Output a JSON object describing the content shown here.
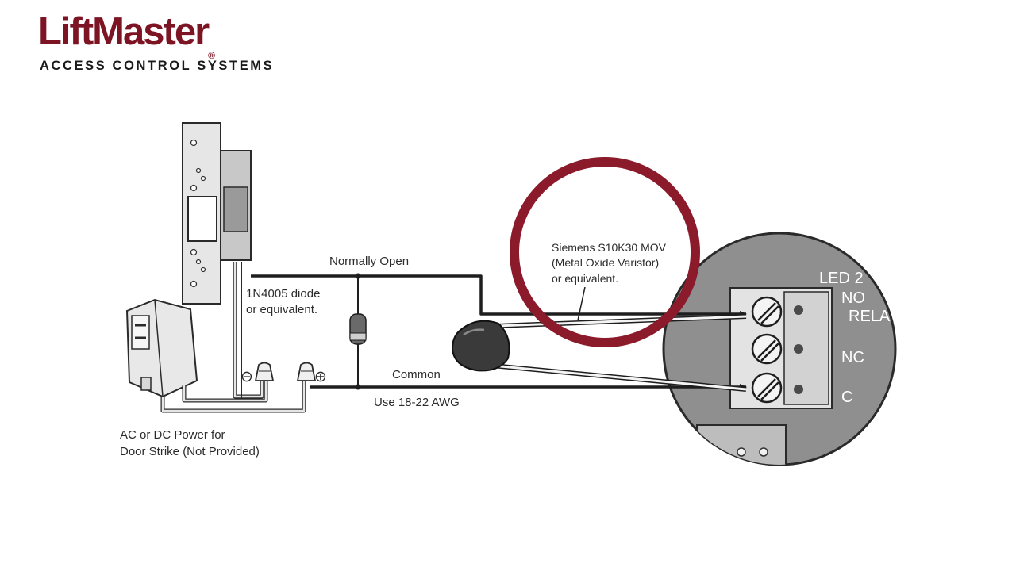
{
  "brand": {
    "logo_text": "LiftMaster",
    "registered_mark": "®",
    "tagline": "ACCESS CONTROL SYSTEMS"
  },
  "colors": {
    "brand_red": "#7d1424",
    "callout_ring": "#8b1a2b",
    "board_gray": "#8f8f8f",
    "wire": "#1e1e1e"
  },
  "labels": {
    "normally_open": "Normally Open",
    "common": "Common",
    "awg": "Use 18-22 AWG",
    "diode_line1": "1N4005 diode",
    "diode_line2": "or equivalent.",
    "mov_line1": "Siemens S10K30 MOV",
    "mov_line2": "(Metal Oxide Varistor)",
    "mov_line3": "or equivalent.",
    "power_line1": "AC or DC Power for",
    "power_line2": "Door Strike (Not Provided)",
    "terminal_no": "NO",
    "terminal_nc": "NC",
    "terminal_c": "C",
    "led_label": "LED 2",
    "relay_label": "RELA",
    "minus_sign": "⊖",
    "plus_sign": "⊕"
  },
  "icons": {
    "door_strike": "door-strike-icon",
    "power_adapter": "power-adapter-icon",
    "diode": "diode-icon",
    "mov": "varistor-icon",
    "terminal_screw": "screw-icon",
    "wire_nut": "wire-nut-icon"
  }
}
